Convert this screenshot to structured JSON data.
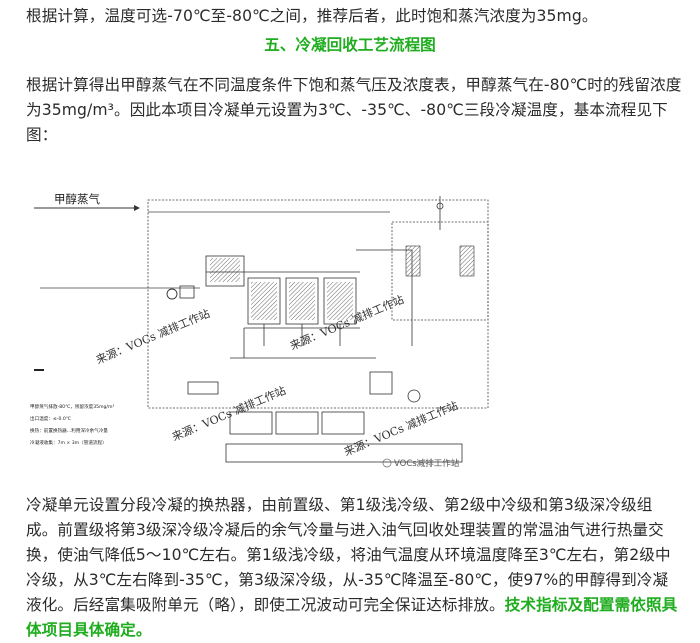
{
  "text": {
    "line_top": "根据计算，温度可选-70℃至-80℃之间，推荐后者，此时饱和蒸汽浓度为35mg。",
    "section_title": "五、冷凝回收工艺流程图",
    "para_1": "根据计算得出甲醇蒸气在不同温度条件下饱和蒸气压及浓度表，甲醇蒸气在-80℃时的残留浓度为35mg/m³。因此本项目冷凝单元设置为3℃、-35℃、-80℃三段冷凝温度，基本流程见下图：",
    "para_2": "冷凝单元设置分段冷凝的换热器，由前置级、第1级浅冷级、第2级中冷级和第3级深冷级组成。前置级将第3级深冷级冷凝后的余气冷量与进入油气回收处理装置的常温油气进行热量交换，使油气降低5～10℃左右。第1级浅冷级，将油气温度从环境温度降至3℃左右，第2级中冷级，从3℃左右降到-35℃，第3级深冷级，从-35℃降温至-80℃，使97%的甲醇得到冷凝液化。后经富集吸附单元（略），即使工况波动可完全保证达标排放。",
    "para_2_emphasis": "技术指标及配置需依照具体项目具体确定。"
  },
  "figure": {
    "vapor_label": "甲醇蒸气",
    "watermark": "来源：VOCs 减排工作站",
    "wechat_label": "VOCs减排工作站",
    "legend_lines": [
      "甲醇蒸气排放-80℃，残留浓度35mg/m³",
      "出口温度：≤-0.0℃",
      "换热：前置换热器...利用深冷余气冷量",
      "冷凝液收集：7m × 3m（管道流程）"
    ],
    "colors": {
      "line": "#3a3a3a",
      "hatch": "#6a6a6a",
      "box": "#555555"
    }
  }
}
